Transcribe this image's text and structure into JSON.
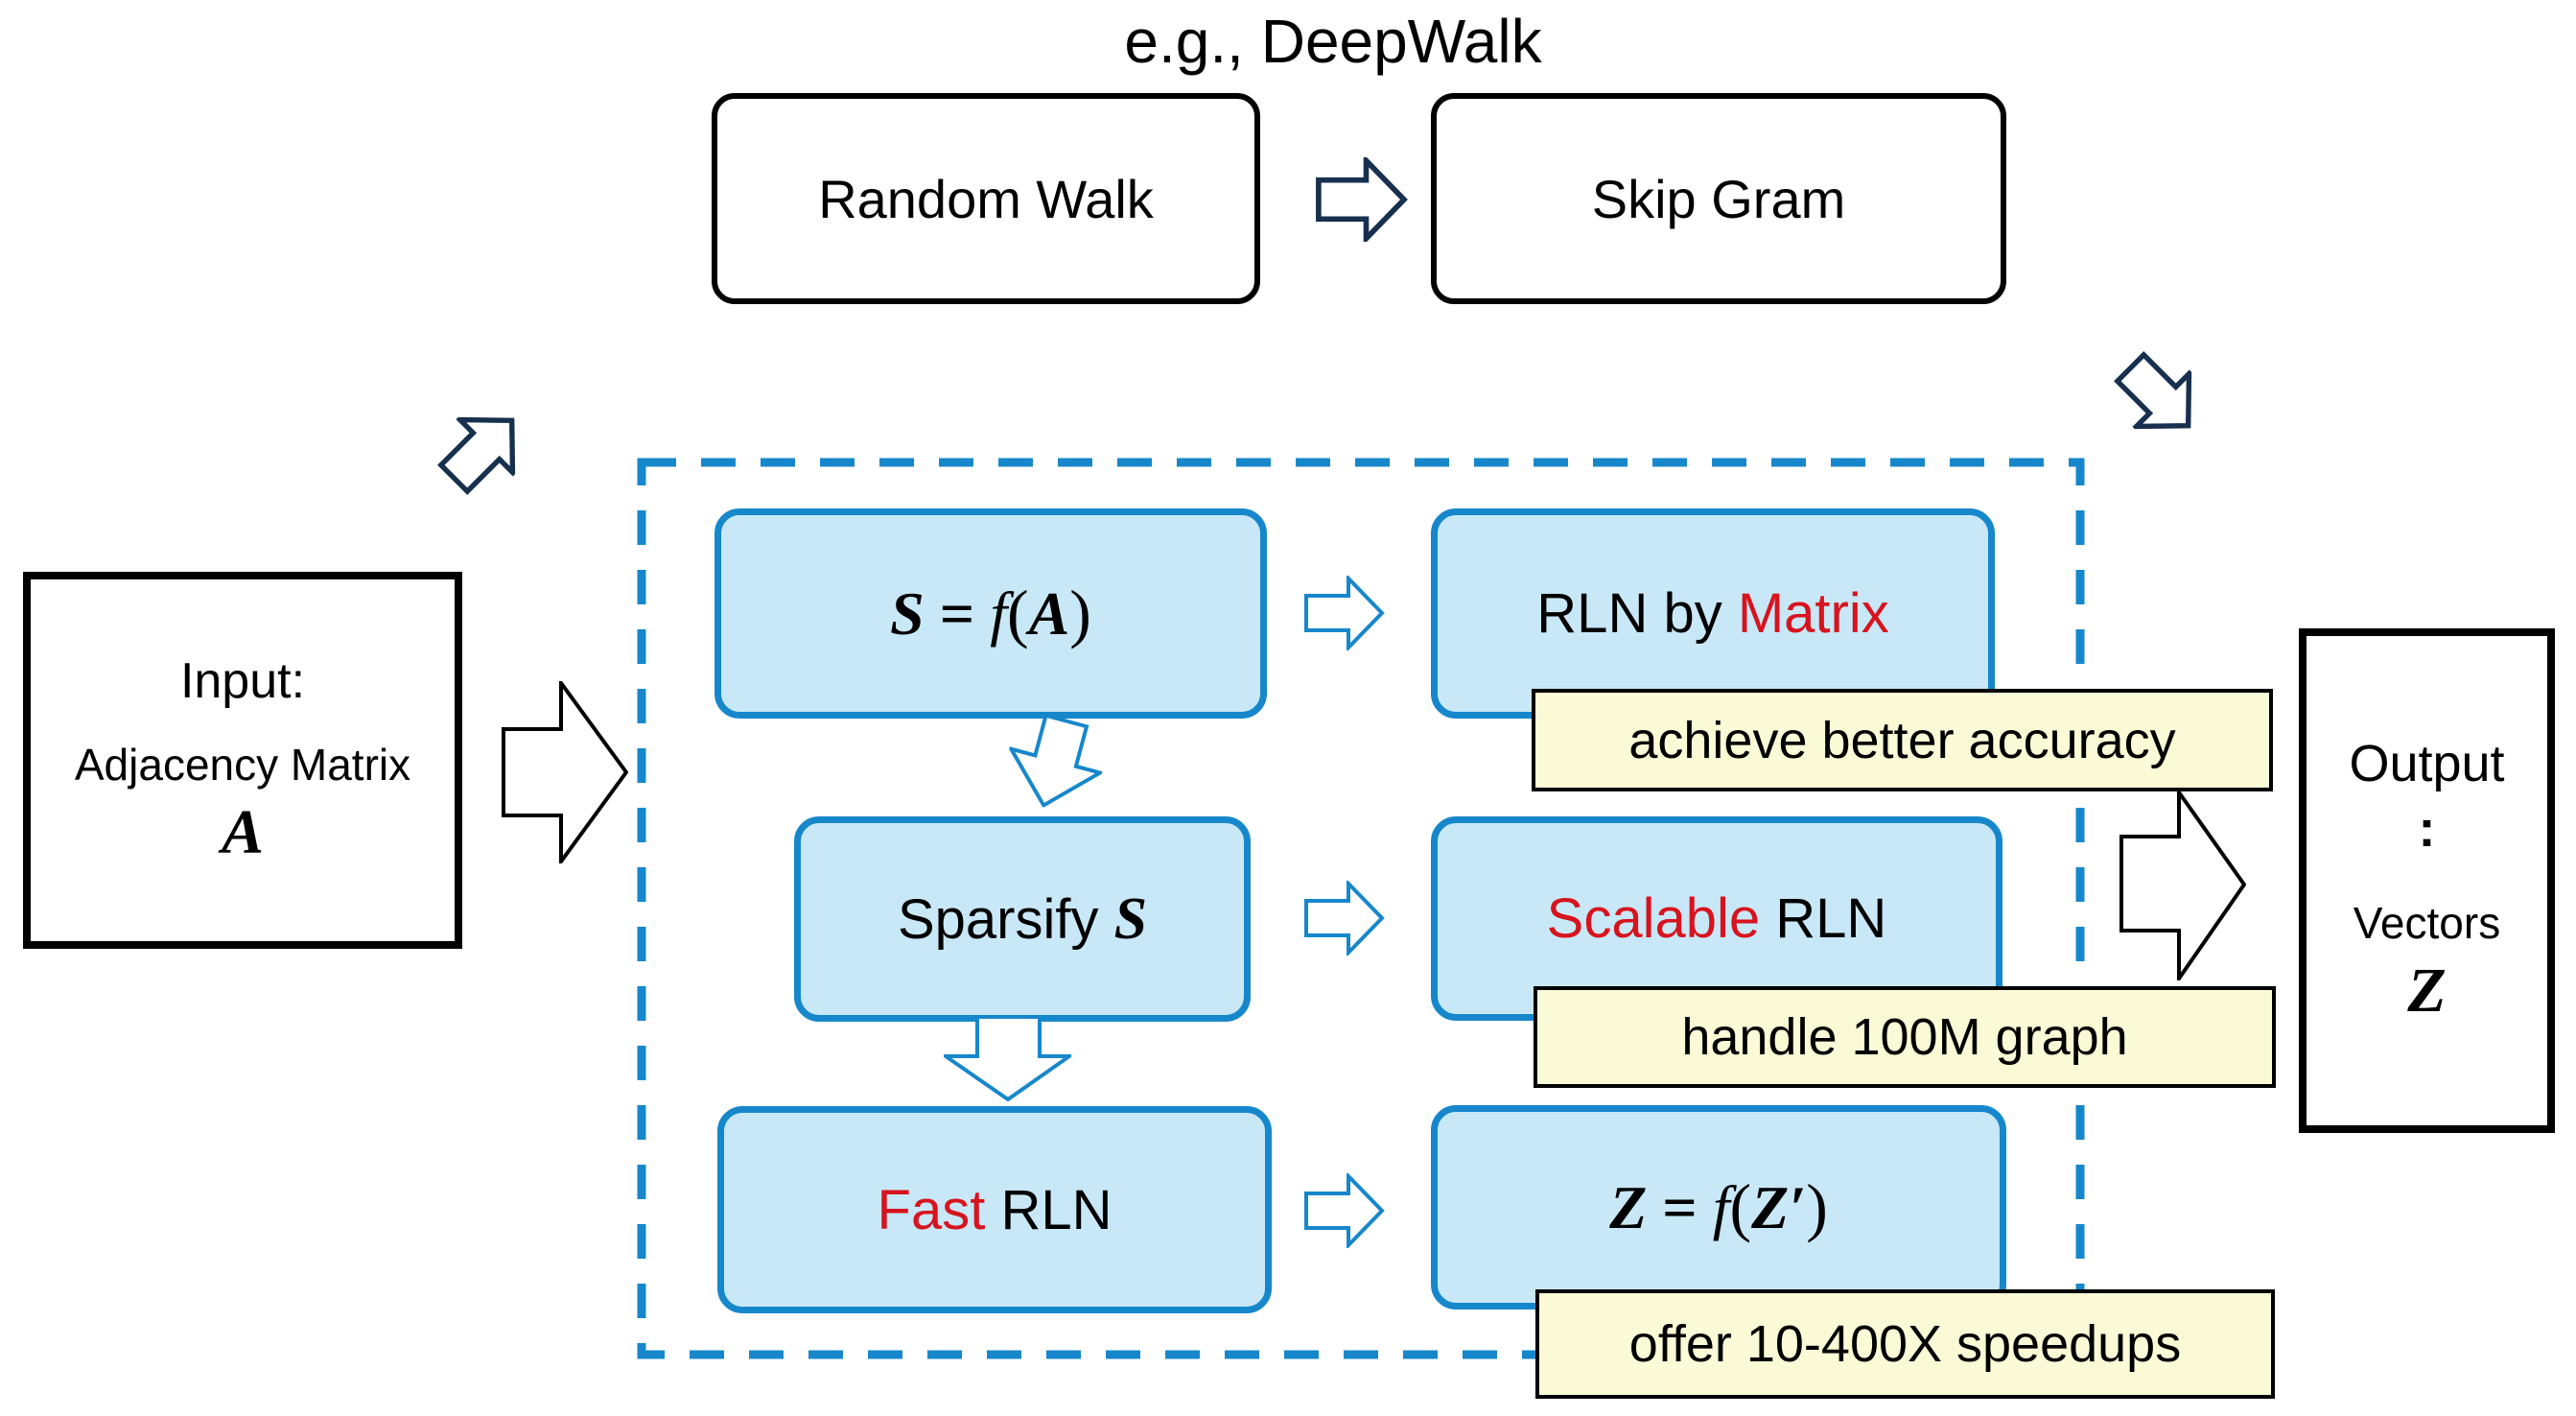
{
  "colors": {
    "accent-blue": "#1787CB",
    "box-fill": "#C9E8F7",
    "navy": "#17304E",
    "red": "#D7141E",
    "yellow-fill": "#FAFAD6",
    "ink": "#000000"
  },
  "header": {
    "title": "e.g., DeepWalk"
  },
  "legacy_pipeline": {
    "random_walk": "Random Walk",
    "skip_gram": "Skip Gram"
  },
  "input_box": {
    "label": "Input:",
    "sublabel": "Adjacency Matrix",
    "symbol": "A"
  },
  "output_box": {
    "label": "Output",
    "colon": ":",
    "sublabel": "Vectors",
    "symbol": "Z"
  },
  "pipeline": {
    "row1": {
      "left": {
        "sym1": "S",
        "eq": " = ",
        "func": "f",
        "open": "(",
        "sym2": "A",
        "close": ")"
      },
      "right": {
        "prefix": "RLN by ",
        "highlight": "Matrix"
      }
    },
    "row2": {
      "left": {
        "prefix": "Sparsify ",
        "symbol": "S"
      },
      "right": {
        "highlight": "Scalable",
        "suffix": " RLN"
      }
    },
    "row3": {
      "left": {
        "highlight": "Fast",
        "suffix": " RLN"
      },
      "right": {
        "sym1": "Z",
        "eq": " = ",
        "func": "f",
        "open": "(",
        "sym2": "Z′",
        "close": ")"
      }
    }
  },
  "annotations": {
    "accuracy": "achieve better accuracy",
    "scale": "handle 100M graph",
    "speed": "offer 10-400X speedups"
  }
}
